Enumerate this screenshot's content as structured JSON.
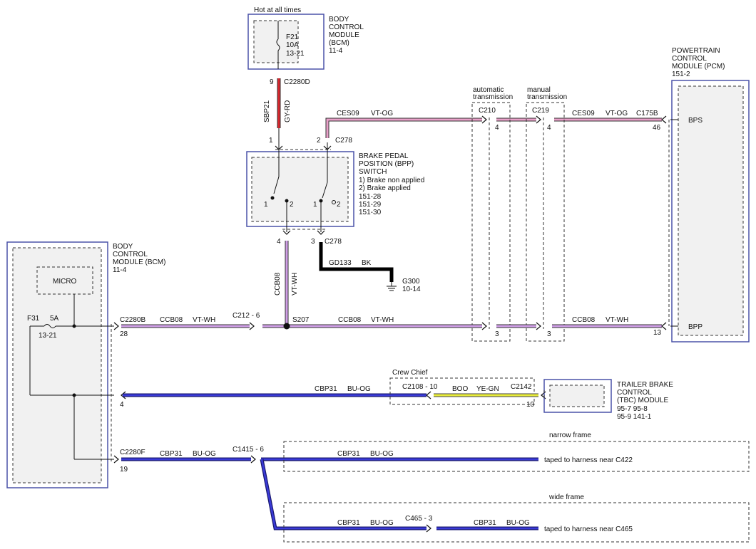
{
  "bcm_top": {
    "hot_label": "Hot at all times",
    "title": [
      "BODY",
      "CONTROL",
      "MODULE",
      "(BCM)",
      "11-4"
    ],
    "fuse": [
      "F21",
      "10A",
      "13-21"
    ],
    "pin": "9",
    "connector": "C2280D"
  },
  "wire_sbp21": {
    "circuit": "SBP21",
    "color": "GY-RD"
  },
  "bpp_switch": {
    "title": [
      "BRAKE PEDAL",
      "POSITION (BPP)",
      "SWITCH",
      "1) Brake non applied",
      "2) Brake applied",
      "151-28",
      "151-29",
      "151-30"
    ],
    "pin_top_left": "1",
    "pin_top_right": "2",
    "connector_top": "C278",
    "pin_bottom_left": "4",
    "pin_bottom_right": "3",
    "connector_bottom": "C278",
    "contact_1": "1",
    "contact_2": "2"
  },
  "wire_ces09": {
    "circuit": "CES09",
    "color": "VT-OG"
  },
  "transmissions": {
    "automatic": {
      "label": [
        "automatic",
        "transmission"
      ],
      "connector": "C210",
      "pin_top": "4",
      "pin_bottom": "3"
    },
    "manual": {
      "label": [
        "manual",
        "transmission"
      ],
      "connector": "C219",
      "pin_top": "4",
      "pin_bottom": "3"
    }
  },
  "pcm": {
    "title": [
      "POWERTRAIN",
      "CONTROL",
      "MODULE (PCM)",
      "151-2"
    ],
    "connector": "C175B",
    "pin_bps": "46",
    "signal_bps": "BPS",
    "pin_bpp": "13",
    "signal_bpp": "BPP"
  },
  "ground": {
    "circuit": "GD133",
    "color": "BK",
    "name": "G300",
    "ref": "10-14"
  },
  "wire_ccb08": {
    "circuit": "CCB08",
    "color": "VT-WH"
  },
  "bcm_left": {
    "title": [
      "BODY",
      "CONTROL",
      "MODULE (BCM)",
      "11-4"
    ],
    "micro": "MICRO",
    "fuse_name": "F31",
    "fuse_rating": "5A",
    "fuse_ref": "13-21",
    "connector_b": "C2280B",
    "pin_b": "28",
    "pin_4": "4",
    "connector_f": "C2280F",
    "pin_f": "19"
  },
  "c212": "C212 - 6",
  "s207": "S207",
  "wire_cbp31": {
    "circuit": "CBP31",
    "color": "BU-OG"
  },
  "crew_chief": {
    "label": "Crew Chief",
    "connector": "C2108 - 10",
    "circuit": "BOO",
    "color": "YE-GN"
  },
  "tbc": {
    "title": [
      "TRAILER BRAKE",
      "CONTROL",
      "(TBC) MODULE",
      "95-7    95-8",
      "95-9    141-1"
    ],
    "connector": "C2142",
    "pin": "10"
  },
  "c1415": "C1415 - 6",
  "narrow_frame": {
    "label": "narrow frame",
    "note": "taped to harness near C422"
  },
  "wide_frame": {
    "label": "wide frame",
    "connector": "C465 - 3",
    "note": "taped to harness near C465"
  }
}
